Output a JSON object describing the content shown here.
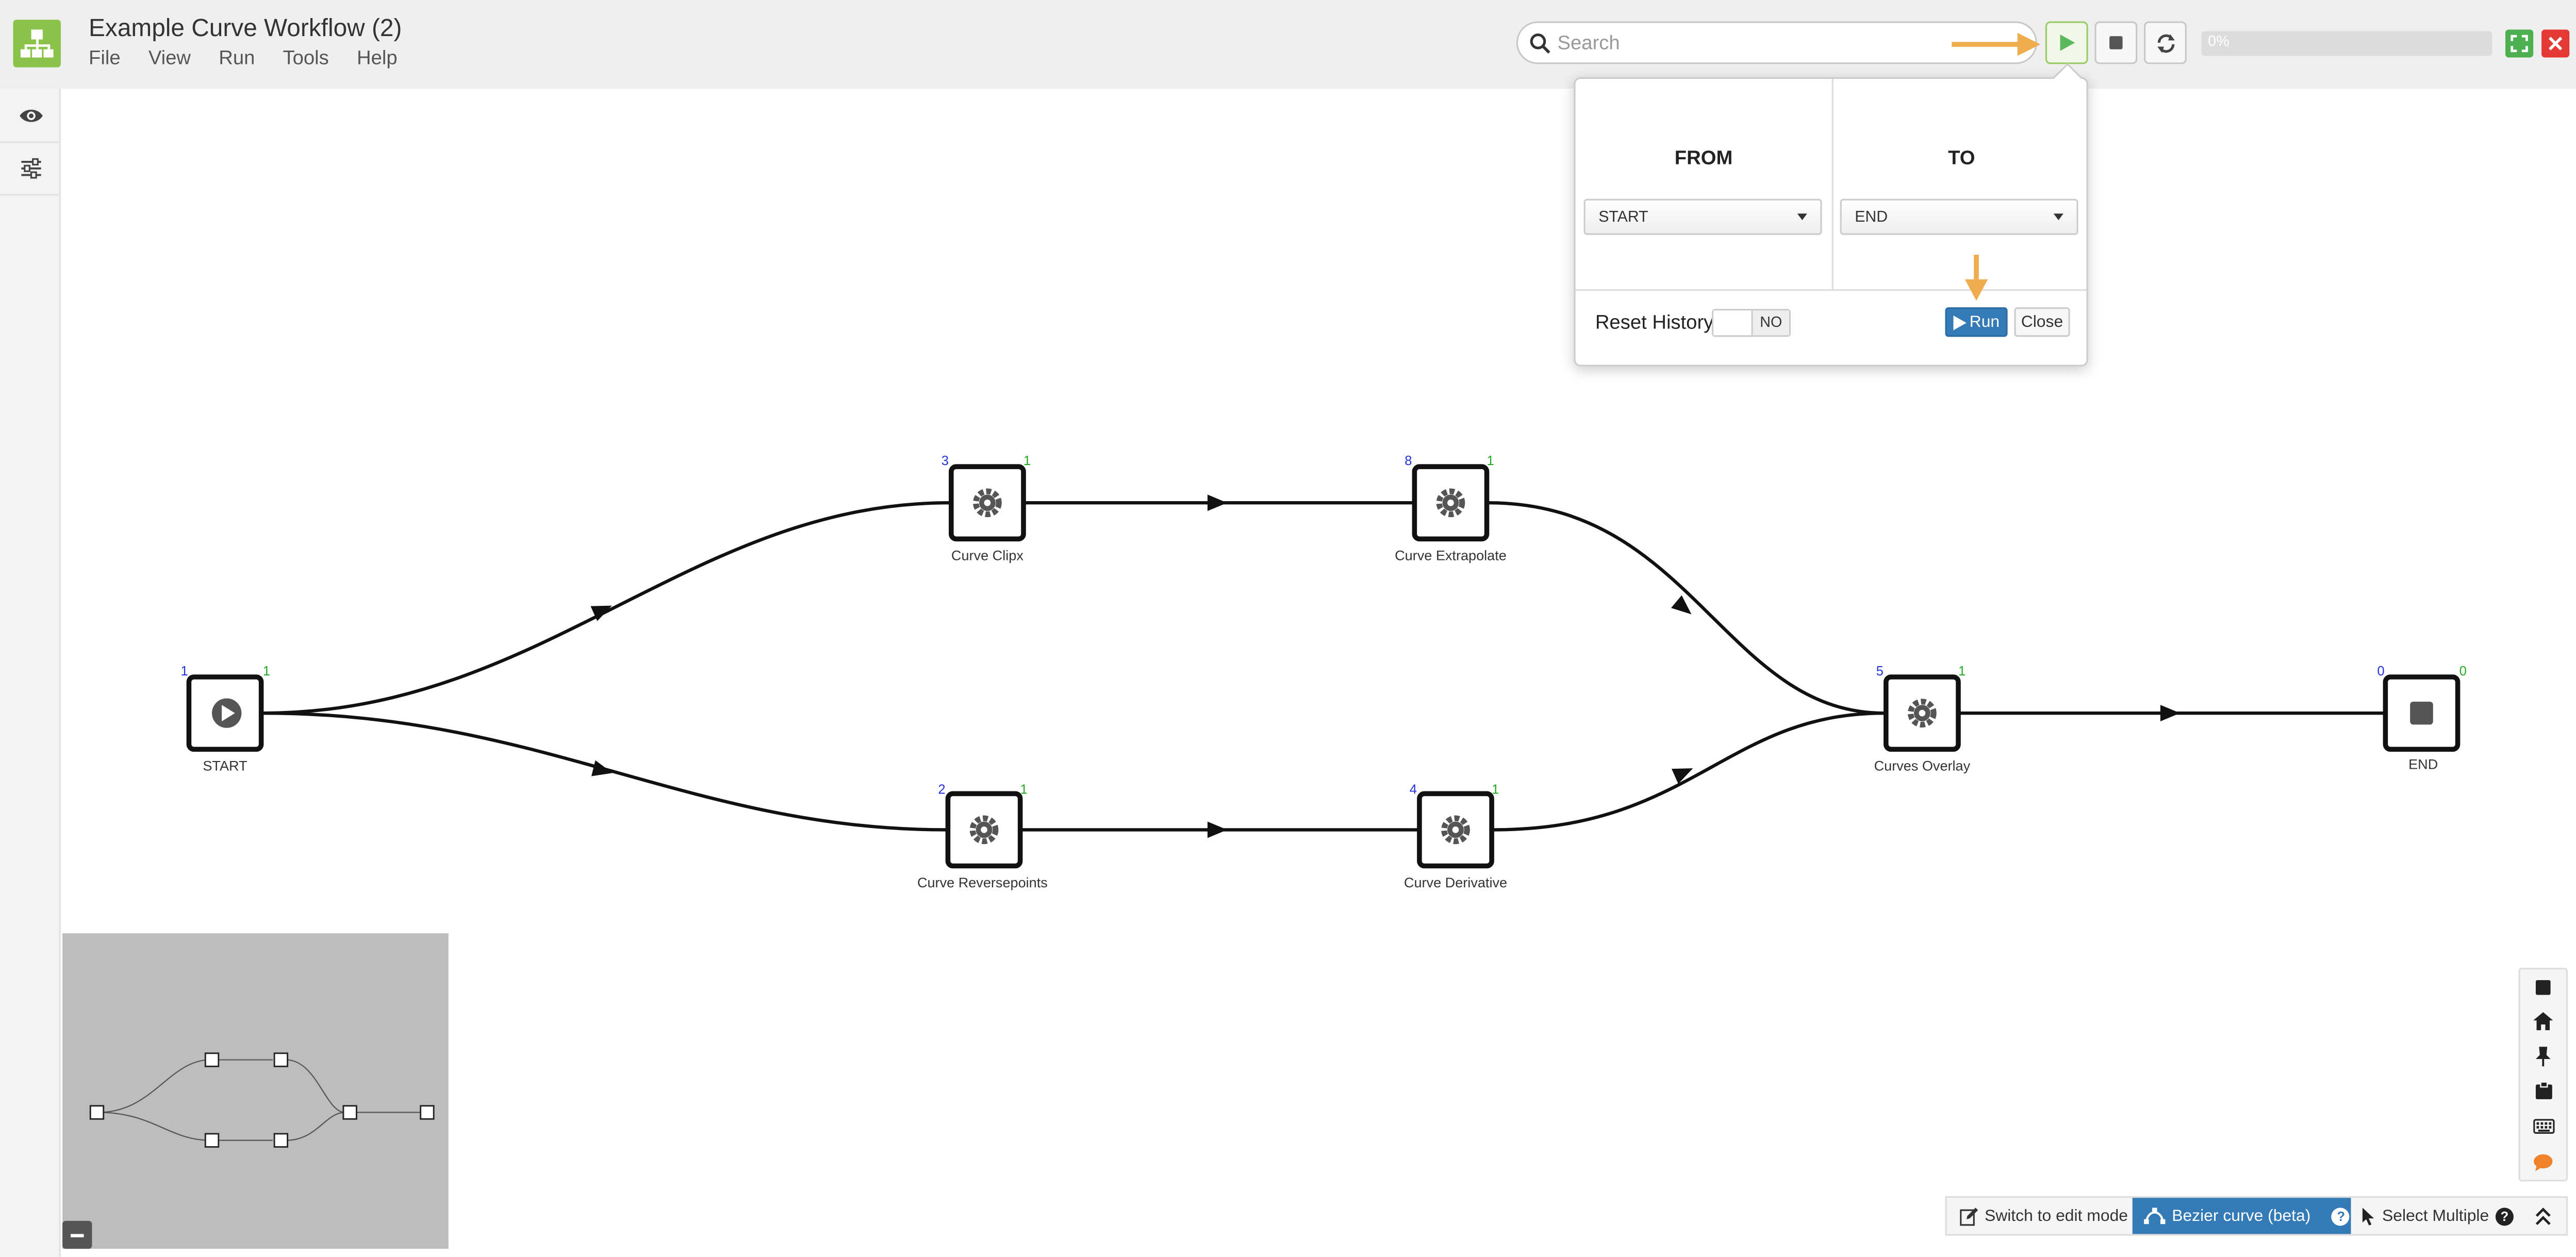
{
  "app": {
    "title": "Example Curve Workflow (2)",
    "logo_icon": "workflow-tree-icon",
    "accent_color": "#8bc34a"
  },
  "menu": [
    "File",
    "View",
    "Run",
    "Tools",
    "Help"
  ],
  "toolbar": {
    "search_placeholder": "Search",
    "run_icon": "play-icon",
    "stop_icon": "stop-icon",
    "refresh_icon": "refresh-icon",
    "progress_text": "0%",
    "progress_value": 0,
    "fullscreen_icon": "fullscreen-icon",
    "close_icon": "close-icon"
  },
  "sidebar": {
    "items": [
      {
        "icon": "eye-icon"
      },
      {
        "icon": "sliders-icon"
      }
    ]
  },
  "run_popover": {
    "from_label": "FROM",
    "to_label": "TO",
    "from_value": "START",
    "to_value": "END",
    "reset_history_label": "Reset History:",
    "reset_history_value": "NO",
    "run_label": "Run",
    "close_label": "Close"
  },
  "graph": {
    "nodes": [
      {
        "id": "start",
        "label": "START",
        "in": "1",
        "out": "1",
        "icon": "play-icon"
      },
      {
        "id": "clipx",
        "label": "Curve Clipx",
        "in": "3",
        "out": "1",
        "icon": "gear-icon"
      },
      {
        "id": "extrapolate",
        "label": "Curve Extrapolate",
        "in": "8",
        "out": "1",
        "icon": "gear-icon"
      },
      {
        "id": "reversepoints",
        "label": "Curve Reversepoints",
        "in": "2",
        "out": "1",
        "icon": "gear-icon"
      },
      {
        "id": "derivative",
        "label": "Curve Derivative",
        "in": "4",
        "out": "1",
        "icon": "gear-icon"
      },
      {
        "id": "overlay",
        "label": "Curves Overlay",
        "in": "5",
        "out": "1",
        "icon": "gear-icon"
      },
      {
        "id": "end",
        "label": "END",
        "in": "0",
        "out": "0",
        "icon": "stop-icon"
      }
    ]
  },
  "right_tools": [
    "stop-icon",
    "home-icon",
    "pin-icon",
    "clipboard-icon",
    "keyboard-icon",
    "comment-icon"
  ],
  "bottom_bar": {
    "edit_mode_label": "Switch to edit mode",
    "bezier_label": "Bezier curve (beta)",
    "select_multiple_label": "Select Multiple",
    "help_icon": "help-icon",
    "collapse_icon": "chevron-up-double-icon"
  }
}
